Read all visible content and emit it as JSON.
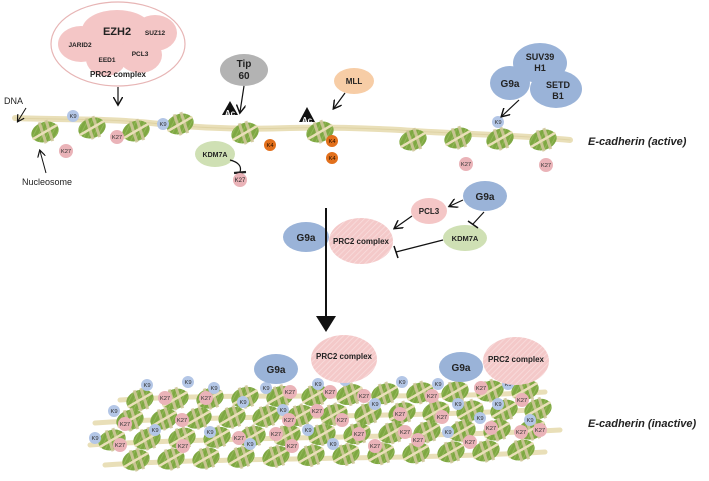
{
  "labels": {
    "dna": "DNA",
    "nucleosome": "Nucleosome",
    "active": "E-cadherin (active)",
    "inactive": "E-cadherin (inactive)",
    "prc2_complex": "PRC2  complex",
    "prc2_complex_mid": "PRC2 complex",
    "prc2_complex_b1": "PRC2 complex",
    "prc2_complex_b2": "PRC2  complex"
  },
  "proteins": {
    "ezh2": "EZH2",
    "suz12": "SUZ12",
    "jarid2": "JARID2",
    "pcl3": "PCL3",
    "eed1": "EED1",
    "tip60_a": "Tip",
    "tip60_b": "60",
    "mll": "MLL",
    "suv39_a": "SUV39",
    "suv39_b": "H1",
    "setd_a": "SETD",
    "setd_b": "B1",
    "g9a": "G9a",
    "kdm7a": "KDM7A"
  },
  "marks": {
    "k9": "K9",
    "k27": "K27",
    "k4": "K4",
    "ac": "Ac"
  },
  "colors": {
    "nucleosome_green": "#7fa843",
    "nucleosome_band": "#cfc79a",
    "dna_strand": "#e9dfb8",
    "k9_blue": "#b3c6e6",
    "k27_pink": "#eab3b8",
    "k4_orange": "#e2701c",
    "g9a_blue": "#9ab3d8",
    "prc2_pink": "#f3c8c8",
    "kdm7a_green": "#cfe0b4",
    "tip60_gray": "#b3b3b3",
    "mll_peach": "#f7cda6"
  }
}
